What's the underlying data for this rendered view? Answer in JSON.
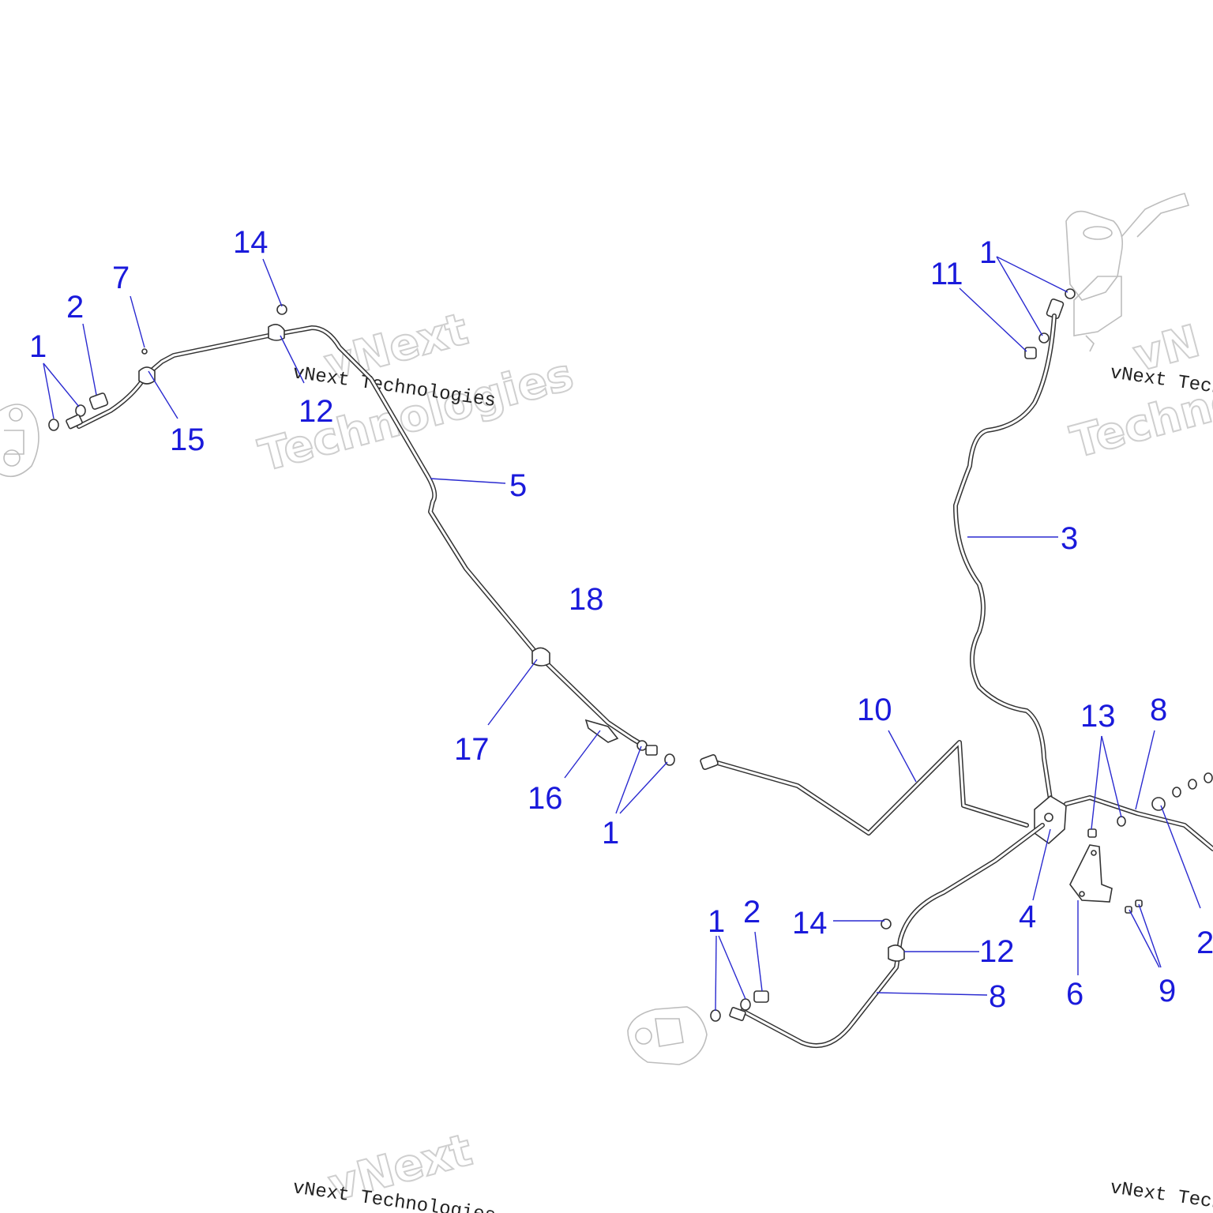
{
  "watermark": {
    "line1": "vNext Technologies",
    "line2": "vNext",
    "line3": "Technologies",
    "partial_te": "Te",
    "partial_vn": "vN",
    "partial_techno": "Techno"
  },
  "callouts": {
    "c14a": "14",
    "c7": "7",
    "c2a": "2",
    "c1a": "1",
    "c15": "15",
    "c12a": "12",
    "c5": "5",
    "c18": "18",
    "c17": "17",
    "c16": "16",
    "c1b": "1",
    "c1c": "1",
    "c11": "11",
    "c3": "3",
    "c10": "10",
    "c13": "13",
    "c8a": "8",
    "c4": "4",
    "c6": "6",
    "c9": "9",
    "c2b": "2",
    "c1d": "1",
    "c2c": "2",
    "c14b": "14",
    "c12b": "12",
    "c8b": "8"
  }
}
